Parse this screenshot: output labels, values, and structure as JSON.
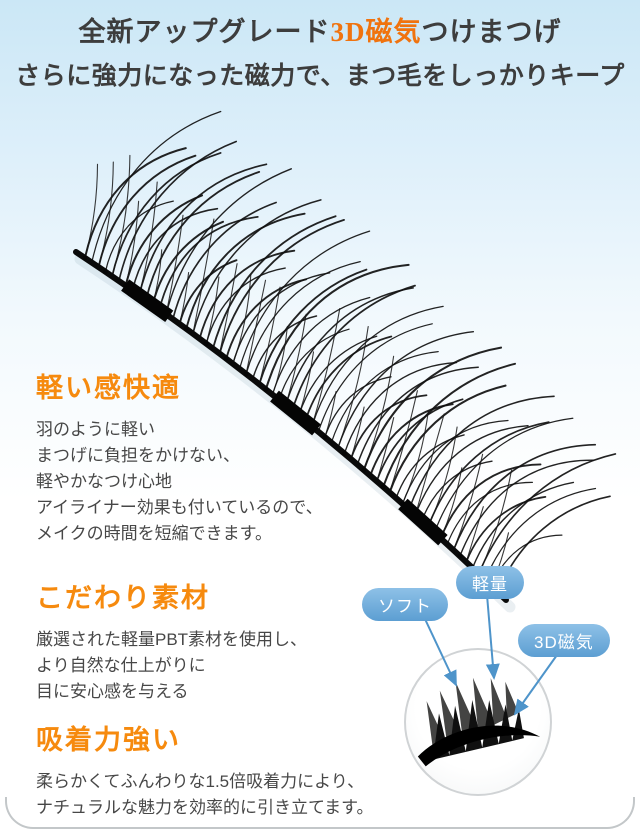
{
  "header": {
    "title_part1": "全新アップグレード",
    "title_accent": "3D磁気",
    "title_part2": "つけまつげ",
    "subtitle": "さらに強力になった磁力で、まつ毛をしっかりキープ"
  },
  "sections": [
    {
      "heading": "軽い感快適",
      "lines": [
        "羽のように軽い",
        "まつげに負担をかけない、",
        "軽やかなつけ心地",
        "アイライナー効果も付いているので、",
        "メイクの時間を短縮できます。"
      ]
    },
    {
      "heading": "こだわり素材",
      "lines": [
        "厳選された軽量PBT素材を使用し、",
        "より自然な仕上がりに",
        "目に安心感を与える"
      ]
    },
    {
      "heading": "吸着力強い",
      "lines": [
        "柔らかくてふんわりな1.5倍吸着力により、",
        "ナチュラルな魅力を効率的に引き立てます。"
      ]
    }
  ],
  "badges": [
    {
      "label": "ソフト"
    },
    {
      "label": "軽量"
    },
    {
      "label": "3D磁気"
    }
  ],
  "colors": {
    "accent-orange": "#f0730e",
    "heading-orange": "#f68a0e",
    "title-dark": "#3d3d3d",
    "body-text": "#474747",
    "badge-blue": "#5c9ed2",
    "badge-blue-light": "#8ec1e7",
    "arrow-blue": "#4e94ca",
    "bg-blue": "#cbe7f6"
  }
}
